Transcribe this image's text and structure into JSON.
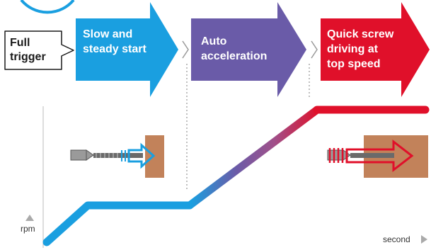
{
  "trigger": {
    "label": "Full\ntrigger"
  },
  "stages": [
    {
      "label": "Slow and\nsteady start",
      "color": "#1a9fe0"
    },
    {
      "label": "Auto\nacceleration",
      "color": "#6a5ba8"
    },
    {
      "label": "Quick screw\ndriving at\ntop speed",
      "color": "#e0102a"
    }
  ],
  "axes": {
    "y_label": "rpm",
    "x_label": "second"
  },
  "colors": {
    "slow": "#1a9fe0",
    "accel": "#6a5ba8",
    "fast": "#e0102a",
    "wood": "#c2825a",
    "divider": "#aaaaaa",
    "axis": "#bbbbbb"
  }
}
